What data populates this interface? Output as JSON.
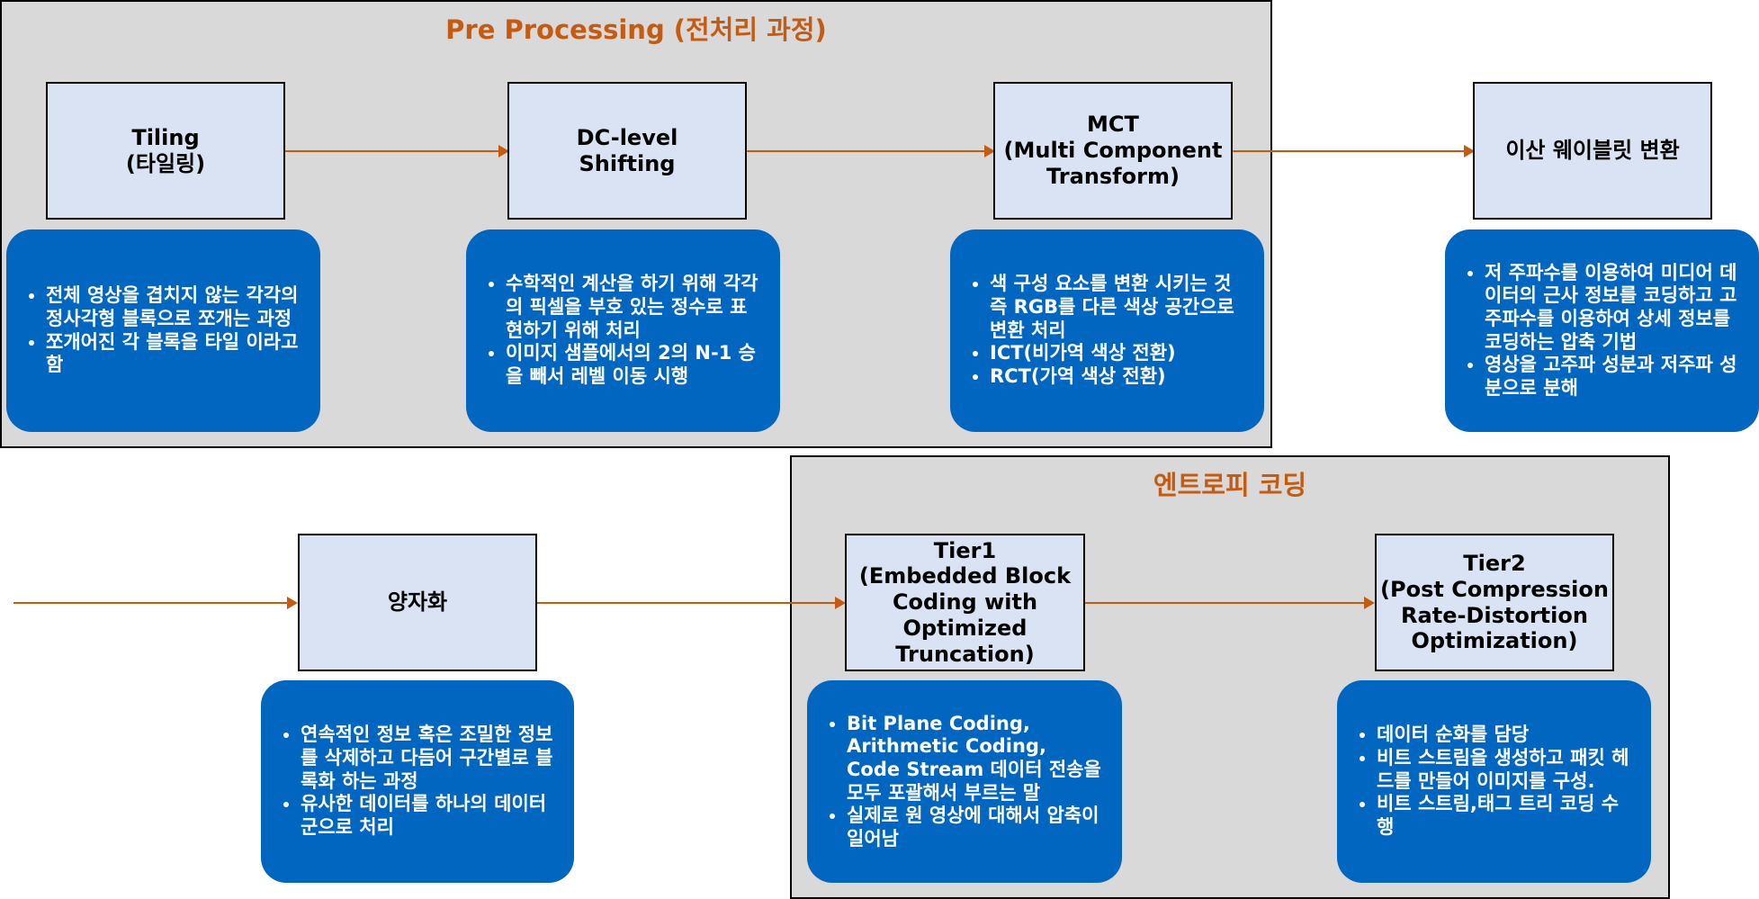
{
  "groups": {
    "preprocessing": "Pre Processing (전처리 과정)",
    "entropy": "엔트로피 코딩"
  },
  "boxes": {
    "tiling": "Tiling\n(타일링)",
    "dc_level": "DC-level\nShifting",
    "mct": "MCT\n(Multi Component\nTransform)",
    "dwt": "이산 웨이블릿 변환",
    "quant": "양자화",
    "tier1": "Tier1\n(Embedded Block\nCoding with\nOptimized\nTruncation)",
    "tier2": "Tier2\n(Post Compression\nRate-Distortion\nOptimization)"
  },
  "notes": {
    "tiling": [
      "전체 영상을 겹치지 않는 각각의 정사각형 블록으로 쪼개는 과정",
      "쪼개어진 각 블록을 타일 이라고 함"
    ],
    "dc_level": [
      "수학적인 계산을 하기 위해 각각의 픽셀을 부호 있는 정수로 표현하기 위해 처리",
      "이미지 샘플에서의 2의 N-1 승을 빼서 레벨 이동 시행"
    ],
    "mct": [
      "색 구성 요소를 변환 시키는 것 즉 RGB를 다른 색상 공간으로 변환 처리",
      "ICT(비가역 색상 전환)",
      "RCT(가역 색상 전환)"
    ],
    "dwt": [
      "저 주파수를 이용하여 미디어 데이터의 근사 정보를 코딩하고 고 주파수를 이용하여 상세 정보를 코딩하는 압축 기법",
      "영상을 고주파 성분과 저주파 성분으로 분해"
    ],
    "quant": [
      "연속적인 정보 혹은 조밀한 정보를 삭제하고 다듬어 구간별로 블록화 하는 과정",
      "유사한 데이터를 하나의 데이터 군으로 처리"
    ],
    "tier1": [
      "Bit Plane Coding, Arithmetic Coding, Code Stream 데이터 전송을 모두 포괄해서 부르는 말",
      "실제로 원 영상에 대해서 압축이 일어남"
    ],
    "tier2": [
      "데이터 순화를 담당",
      "비트 스트림을 생성하고 패킷 헤드를 만들어 이미지를 구성.",
      "비트 스트림,태그 트리 코딩 수행"
    ]
  }
}
